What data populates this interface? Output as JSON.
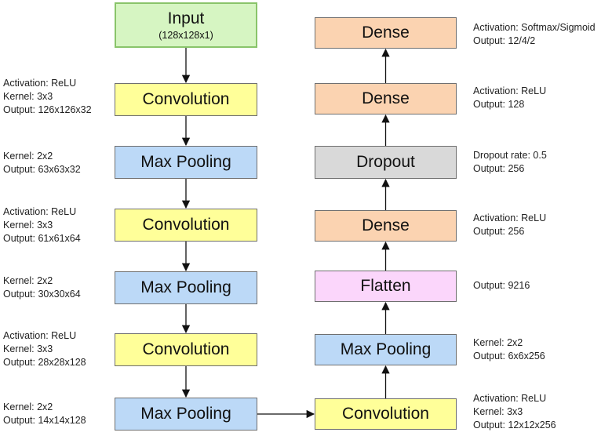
{
  "colors": {
    "convolution": "#ffff99",
    "pooling": "#bcd9f7",
    "dense": "#fbd3b1",
    "dropout": "#d9d9d9",
    "flatten": "#fbd6fb",
    "input": "#d6f5c2",
    "arrow": "#111111"
  },
  "left_column": [
    {
      "id": "input",
      "type": "input",
      "label": "Input",
      "sub": "(128x128x1)",
      "notes": []
    },
    {
      "id": "conv1",
      "type": "convolution",
      "label": "Convolution",
      "notes": [
        "Activation: ReLU",
        "Kernel: 3x3",
        "Output: 126x126x32"
      ]
    },
    {
      "id": "pool1",
      "type": "pooling",
      "label": "Max Pooling",
      "notes": [
        "Kernel: 2x2",
        "Output: 63x63x32"
      ]
    },
    {
      "id": "conv2",
      "type": "convolution",
      "label": "Convolution",
      "notes": [
        "Activation: ReLU",
        "Kernel: 3x3",
        "Output: 61x61x64"
      ]
    },
    {
      "id": "pool2",
      "type": "pooling",
      "label": "Max Pooling",
      "notes": [
        "Kernel: 2x2",
        "Output: 30x30x64"
      ]
    },
    {
      "id": "conv3",
      "type": "convolution",
      "label": "Convolution",
      "notes": [
        "Activation: ReLU",
        "Kernel: 3x3",
        "Output: 28x28x128"
      ]
    },
    {
      "id": "pool3",
      "type": "pooling",
      "label": "Max Pooling",
      "notes": [
        "Kernel: 2x2",
        "Output: 14x14x128"
      ]
    }
  ],
  "right_column": [
    {
      "id": "dense3",
      "type": "dense",
      "label": "Dense",
      "notes": [
        "Activation: Softmax/Sigmoid",
        "Output: 12/4/2"
      ]
    },
    {
      "id": "dense2",
      "type": "dense",
      "label": "Dense",
      "notes": [
        "Activation: ReLU",
        "Output: 128"
      ]
    },
    {
      "id": "dropout",
      "type": "dropout",
      "label": "Dropout",
      "notes": [
        "Dropout rate: 0.5",
        "Output: 256"
      ]
    },
    {
      "id": "dense1",
      "type": "dense",
      "label": "Dense",
      "notes": [
        "Activation: ReLU",
        "Output: 256"
      ]
    },
    {
      "id": "flatten",
      "type": "flatten",
      "label": "Flatten",
      "notes": [
        "Output: 9216"
      ]
    },
    {
      "id": "pool4",
      "type": "pooling",
      "label": "Max Pooling",
      "notes": [
        "Kernel: 2x2",
        "Output: 6x6x256"
      ]
    },
    {
      "id": "conv4",
      "type": "convolution",
      "label": "Convolution",
      "notes": [
        "Activation: ReLU",
        "Kernel: 3x3",
        "Output: 12x12x256"
      ]
    }
  ]
}
